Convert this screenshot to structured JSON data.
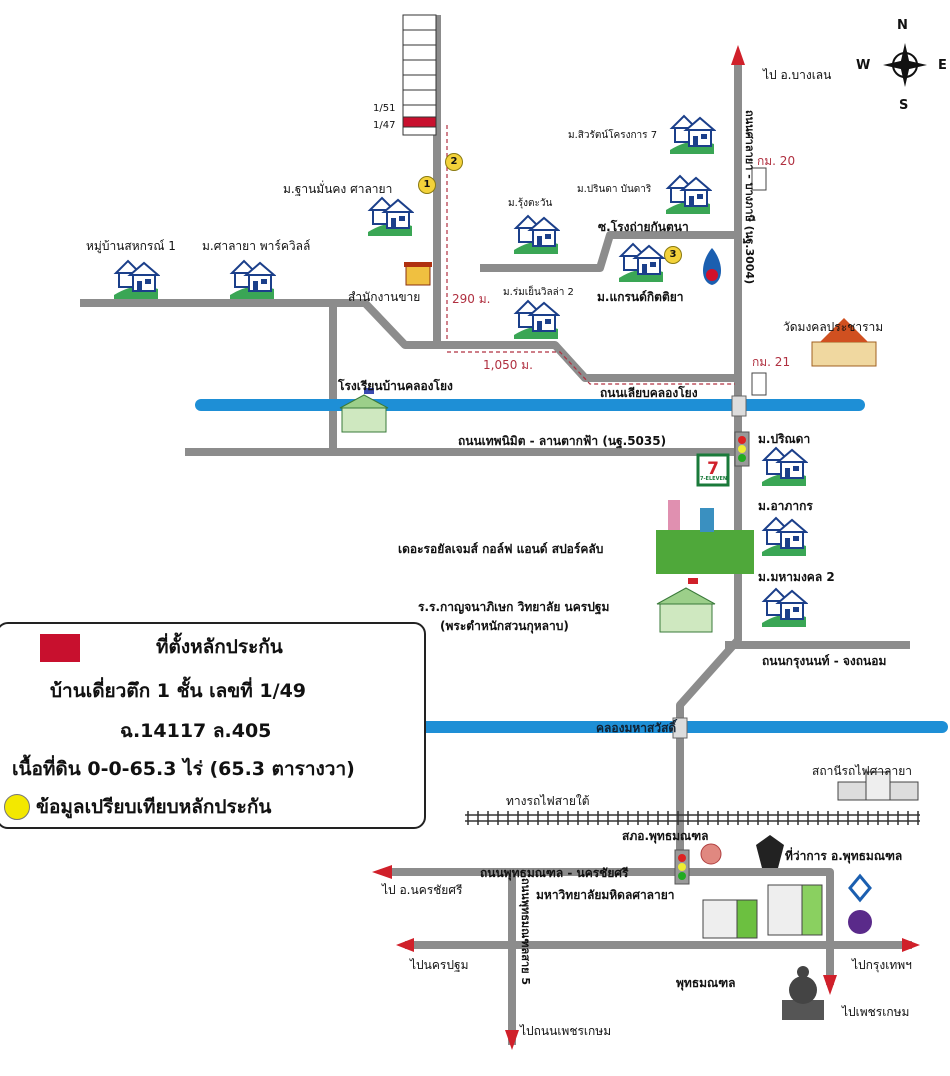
{
  "compass": {
    "n": "N",
    "s": "S",
    "e": "E",
    "w": "W"
  },
  "plots": {
    "a": "1/51",
    "b": "1/47"
  },
  "markers": [
    "1",
    "2",
    "3"
  ],
  "distances": {
    "d1": "290 ม.",
    "d2": "1,050 ม."
  },
  "km": {
    "k20": "กม. 20",
    "k21": "กม. 21"
  },
  "roads": {
    "main": "ถนนศาลายา - บางภาษี (นฐ.3004)",
    "khlong_road": "ถนนเลียบคลองโยง",
    "thep": "ถนนเทพนิมิต - ลานตากฟ้า (นฐ.5035)",
    "krungnon": "ถนนกรุงนนท์ - จงถนอม",
    "soi": "ซ.โรงถ่ายกันตนา",
    "phutta": "ถนนพุทธมณฑล - นครชัยศรี",
    "sai5": "ถนนพุทธมณฑลสาย 5",
    "rail": "ทางรถไฟสายใต้",
    "canal": "คลองมหาสวัสดิ์"
  },
  "directions": {
    "n": "ไป อ.บางเลน",
    "w1": "ไป อ.นครชัยศรี",
    "w2": "ไปนครปฐม",
    "s1": "ไปถนนเพชรเกษม",
    "e1": "ไปกรุงเทพฯ",
    "s2": "ไปเพชรเกษม"
  },
  "places": {
    "sahakorn": "หมู่บ้านสหกรณ์ 1",
    "salaya_park": "ม.ศาลายา พาร์ควิลล์",
    "thanman": "ม.ฐานมั่นคง ศาลายา",
    "sales": "สำนักงานขาย",
    "rungtawan": "ม.รุ้งตะวัน",
    "romyen": "ม.ร่มเย็นวิลล่า 2",
    "siwarat": "ม.สิวรัตน์โครงการ 7",
    "parinda_bandari": "ม.ปรินดา  บันดาริ",
    "grand": "ม.แกรนด์กิตติยา",
    "wat": "วัดมงคลประชาราม",
    "school": "โรงเรียนบ้านคลองโยง",
    "parinda": "ม.ปริณดา",
    "apakorn": "ม.อาภากร",
    "mahamongkol": "ม.มหามงคล 2",
    "golf": "เดอะรอยัลเจมส์ กอล์ฟ แอนด์ สปอร์คลับ",
    "kanchana1": "ร.ร.กาญจนาภิเษก วิทยาลัย นครปฐม",
    "kanchana2": "(พระตำหนักสวนกุหลาบ)",
    "station": "สถานีรถไฟศาลายา",
    "police": "สภอ.พุทธมณฑล",
    "district": "ที่ว่าการ อ.พุทธมณฑล",
    "mahidol": "มหาวิทยาลัยมหิดลศาลายา",
    "buddha": "พุทธมณฑล",
    "seven": "7-ELEVEN"
  },
  "legend": {
    "l1": "ที่ตั้งหลักประกัน",
    "l2": "บ้านเดี่ยวตึก 1 ชั้น เลขที่ 1/49",
    "l3": "ฉ.14117 ล.405",
    "l4": "เนื้อที่ดิน 0-0-65.3 ไร่ (65.3 ตารางวา)",
    "l5": "ข้อมูลเปรียบเทียบหลักประกัน"
  },
  "colors": {
    "road": "#8c8c8c",
    "canal": "#1e8fd6",
    "arrow": "#d0202a",
    "collateral": "#c8102e",
    "marker": "#f3d23a",
    "house": "#3aa655"
  }
}
